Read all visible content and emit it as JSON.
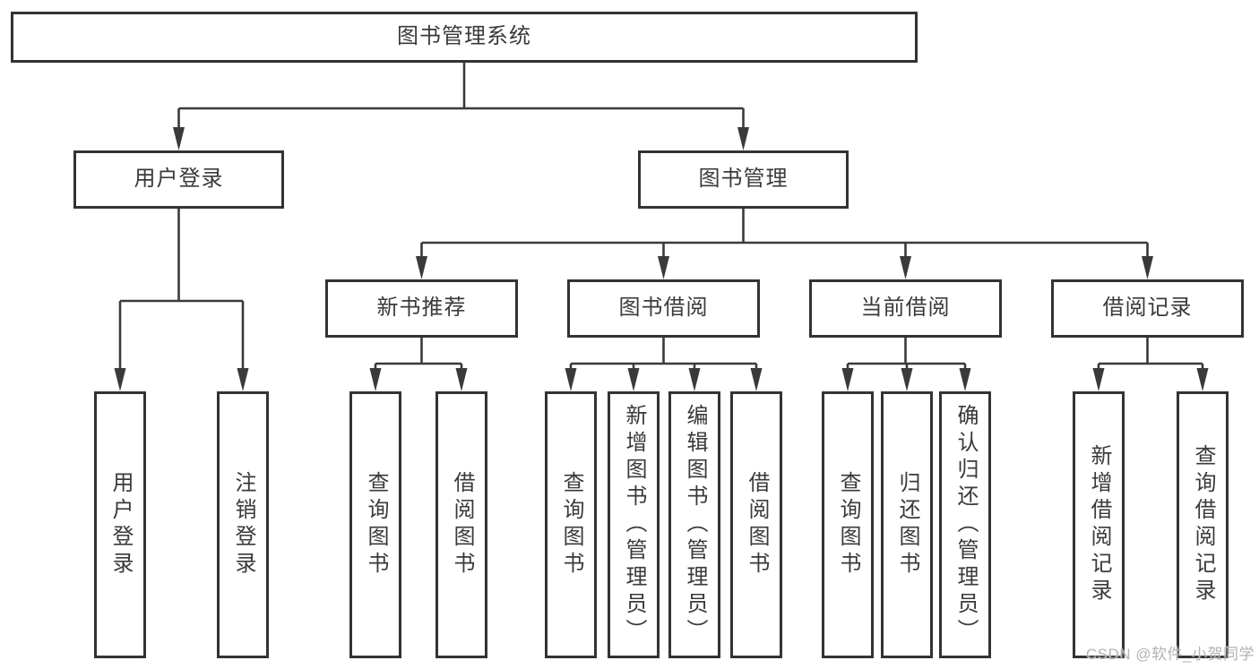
{
  "diagram": {
    "nodes": {
      "root": "图书管理系统",
      "level2": [
        "用户登录",
        "图书管理"
      ],
      "level3": [
        "新书推荐",
        "图书借阅",
        "当前借阅",
        "借阅记录"
      ],
      "leaves": [
        "用户登录",
        "注销登录",
        "查询图书",
        "借阅图书",
        "查询图书",
        "新增图书（管理员）",
        "编辑图书（管理员）",
        "借阅图书",
        "查询图书",
        "归还图书",
        "确认归还（管理员）",
        "新增借阅记录",
        "查询借阅记录"
      ]
    },
    "watermark": "CSDN @软件_小贺同学",
    "colors": {
      "line": "#3a3a3a",
      "text": "#3a3a3a",
      "background": "#ffffff",
      "watermark": "#b3b3b3"
    }
  }
}
